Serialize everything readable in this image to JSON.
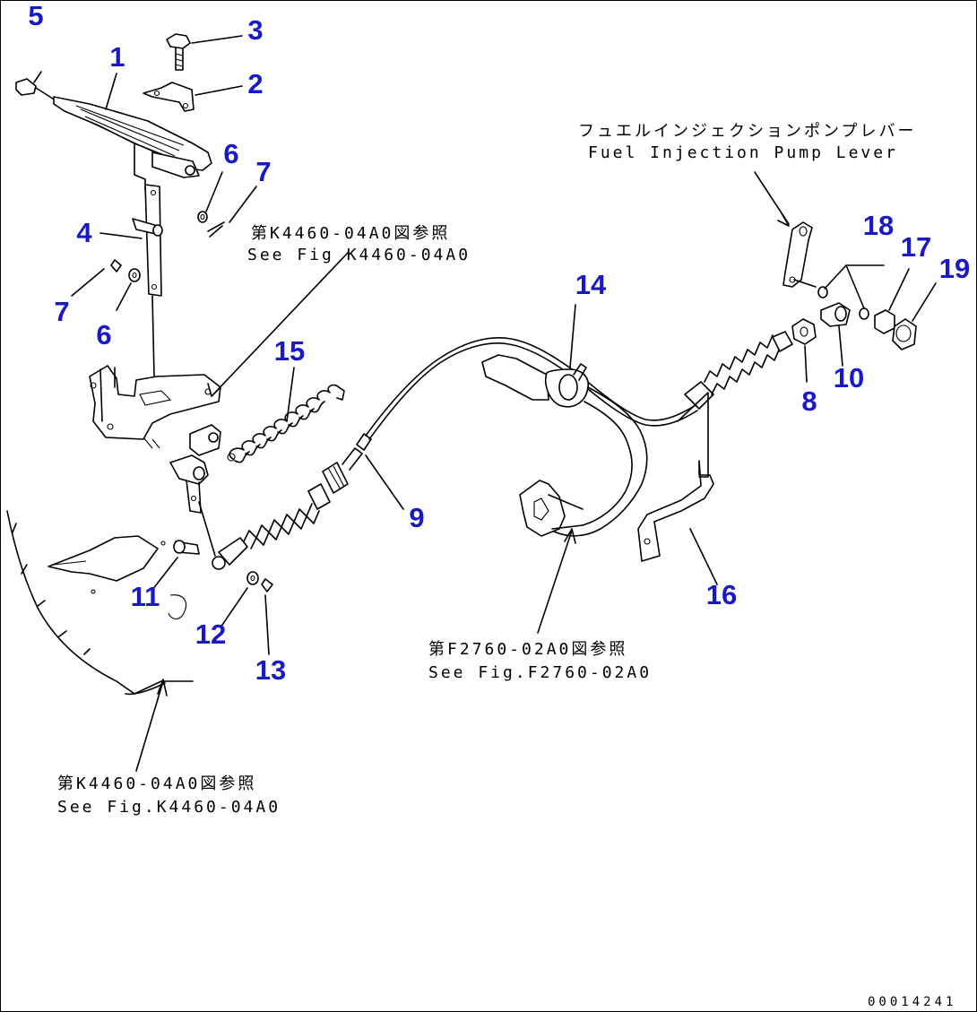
{
  "part_numbers": [
    "1",
    "2",
    "3",
    "4",
    "5",
    "6",
    "6",
    "7",
    "7",
    "8",
    "9",
    "10",
    "11",
    "12",
    "13",
    "14",
    "15",
    "16",
    "17",
    "18",
    "19"
  ],
  "references": {
    "pump_lever_jp": "フュエルインジェクションポンプレバー",
    "pump_lever_en": "Fuel Injection Pump Lever",
    "ref_top_jp": "第K4460-04A0図参照",
    "ref_top_en": "See Fig K4460-04A0",
    "ref_mid_jp": "第F2760-02A0図参照",
    "ref_mid_en": "See Fig.F2760-02A0",
    "ref_bottom_jp": "第K4460-04A0図参照",
    "ref_bottom_en": "See Fig.K4460-04A0"
  },
  "drawing_code": "00014241",
  "colors": {
    "callout": "#1919c8",
    "line": "#000000",
    "background": "#ffffff"
  }
}
